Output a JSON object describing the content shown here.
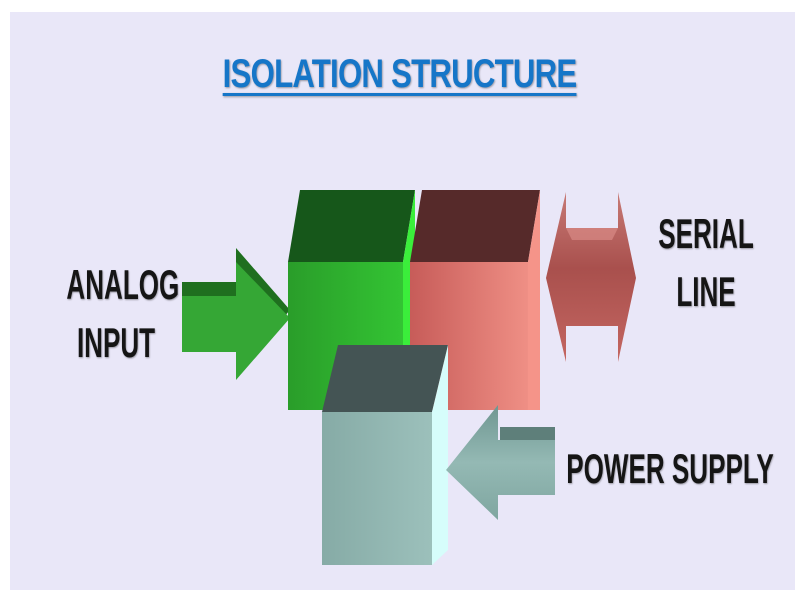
{
  "title": "ISOLATION STRUCTURE",
  "labels": {
    "analog_input": [
      "ANALOG",
      "INPUT"
    ],
    "serial_line": [
      "SERIAL",
      "LINE"
    ],
    "power_supply": "POWER SUPPLY"
  },
  "colors": {
    "background": "#e9e7f8",
    "title": "#1676c8",
    "green_block": "#2fc12f",
    "red_block": "#e36d68",
    "teal_block": "#8fb3ae"
  }
}
